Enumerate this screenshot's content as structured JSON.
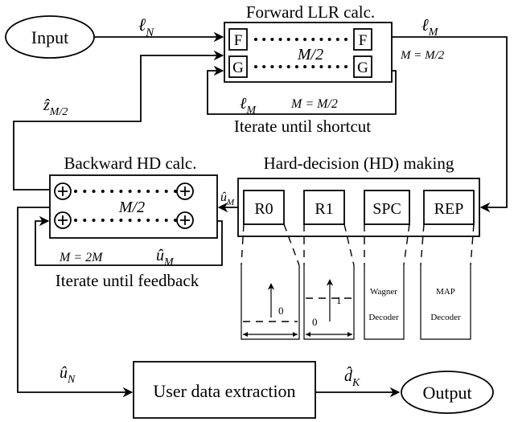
{
  "nodes": {
    "input": "Input",
    "output": "Output"
  },
  "forward": {
    "title": "Forward LLR calc.",
    "cell_f": "F",
    "cell_g": "G",
    "size_label": "M/2",
    "loop_label_l": "ℓ",
    "loop_label_sub": "M",
    "loop_label_eq": "M = M/2",
    "caption": "Iterate until shortcut"
  },
  "edges": {
    "in_l": "ℓ",
    "in_sub": "N",
    "out_l": "ℓ",
    "out_sub": "M",
    "out_eq": "M = M/2",
    "zhat": "ẑ",
    "zhat_sub": "M/2",
    "uhat_m": "û",
    "uhat_m_sub": "M",
    "uhat_n": "û",
    "uhat_n_sub": "N",
    "dhat": "d̂",
    "dhat_sub": "K"
  },
  "backward": {
    "title": "Backward HD calc.",
    "plus": "+",
    "size_label": "M/2",
    "loop_eq": "M = 2M",
    "loop_u": "û",
    "loop_u_sub": "M",
    "caption": "Iterate until feedback"
  },
  "hd": {
    "title": "Hard-decision (HD) making",
    "nodes": [
      "R0",
      "R1",
      "SPC",
      "REP"
    ],
    "r0_value": "0",
    "r1_value_top": "1",
    "r1_value_bottom": "0",
    "spc_line1": "Wagner",
    "spc_line2": "Decoder",
    "rep_line1": "MAP",
    "rep_line2": "Decoder"
  },
  "extraction": {
    "label": "User data extraction"
  }
}
